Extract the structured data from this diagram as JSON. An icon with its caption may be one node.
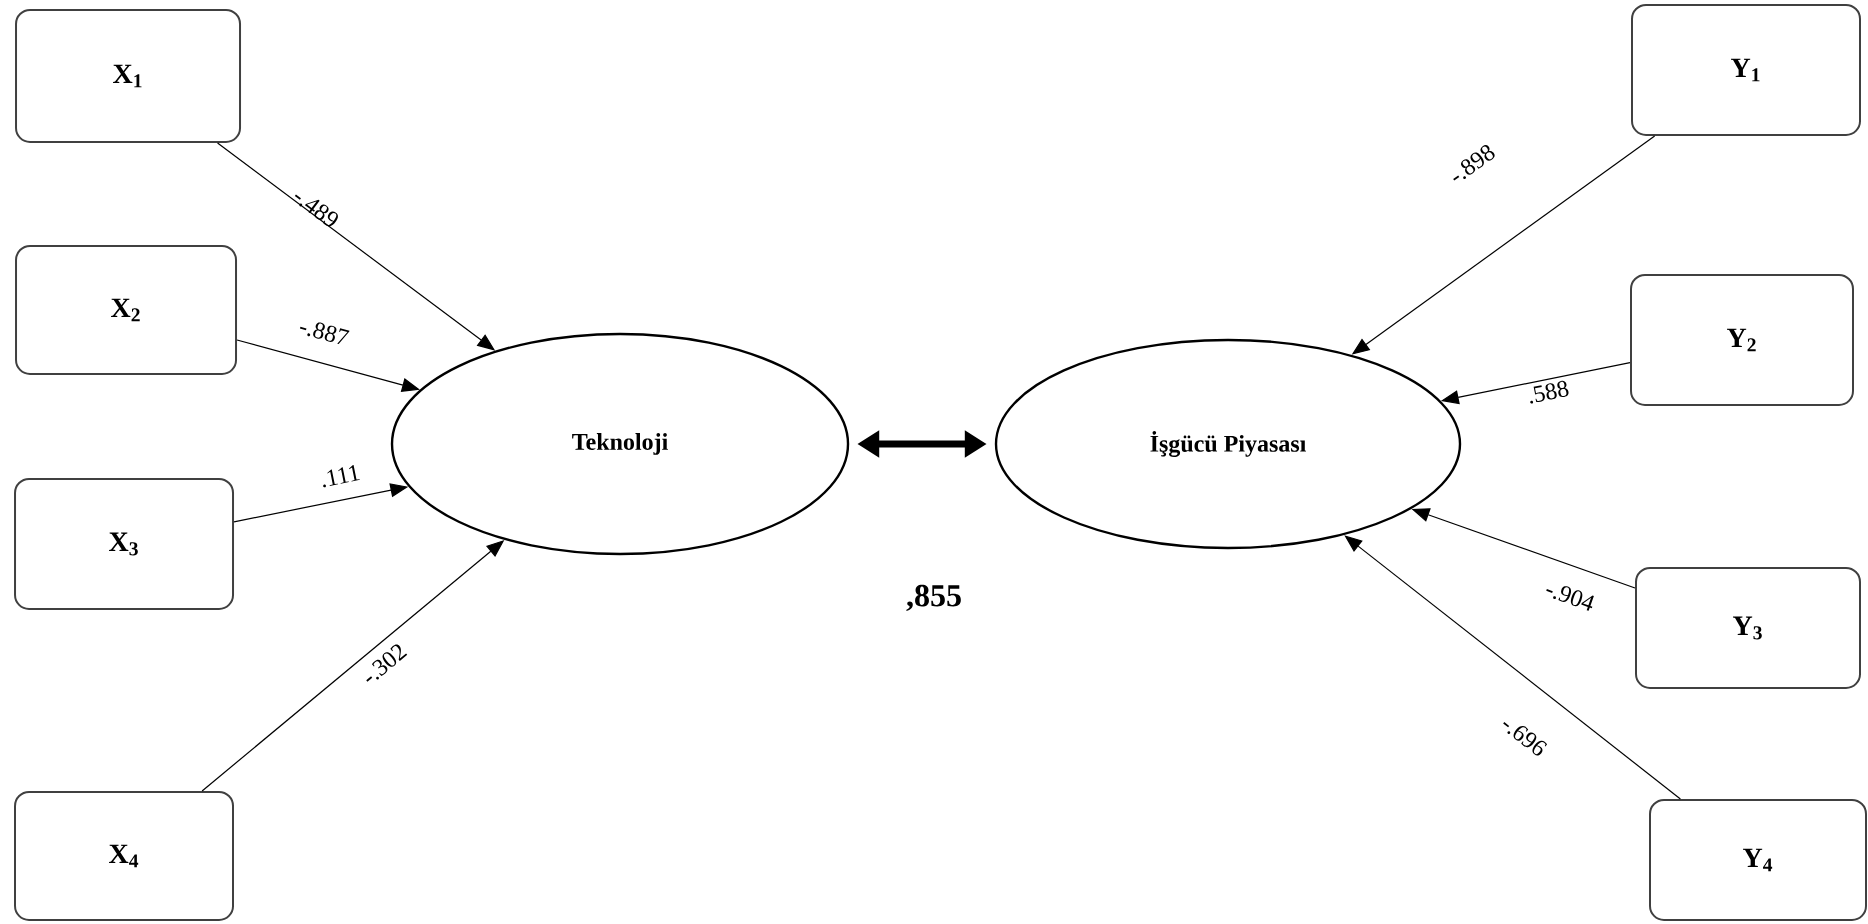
{
  "diagram": {
    "nodes": [
      {
        "text": [
          "X$_{1}$"
        ]
      },
      {
        "text": [
          "X$_{2}$"
        ]
      },
      {
        "text": [
          "X$_{3}$"
        ]
      },
      {
        "text": [
          "X$_{4}$"
        ]
      },
      {
        "text": [
          "Teknoloji"
        ]
      },
      {
        "text": [
          "İşgücü Piyasası"
        ]
      },
      {
        "text": [
          "Y$_{1}$"
        ]
      },
      {
        "text": [
          "Y$_{2}$"
        ]
      },
      {
        "text": [
          "Y$_{3}$"
        ]
      },
      {
        "text": [
          "Y$_{4}$"
        ]
      }
    ],
    "edges": [
      {
        "from": 0,
        "to": 4,
        "arrow": "to",
        "label": "-.489"
      },
      {
        "from": 1,
        "to": 4,
        "arrow": "to",
        "label": "-.887"
      },
      {
        "from": 2,
        "to": 4,
        "arrow": "to",
        "label": ".111"
      },
      {
        "from": 3,
        "to": 4,
        "arrow": "to",
        "label": "-.302"
      },
      {
        "from": 6,
        "to": 5,
        "arrow": "to",
        "label": "-.898"
      },
      {
        "from": 7,
        "to": 5,
        "arrow": "to",
        "label": ".588"
      },
      {
        "from": 8,
        "to": 5,
        "arrow": "to",
        "label": "-.904"
      },
      {
        "from": 9,
        "to": 5,
        "arrow": "to",
        "label": "-.696"
      },
      {
        "from": 4,
        "to": 5,
        "arrow": "both",
        "label": ",855",
        "style": "thick"
      }
    ]
  }
}
